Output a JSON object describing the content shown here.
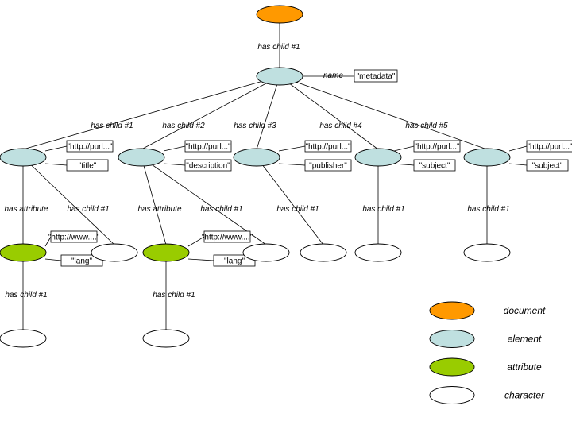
{
  "colors": {
    "document": "#ff9900",
    "element": "#bfe0e0",
    "attribute": "#99cc00",
    "character": "#ffffff",
    "stroke": "#000000"
  },
  "nodes": [
    {
      "id": "doc",
      "kind": "document"
    },
    {
      "id": "meta",
      "kind": "element"
    },
    {
      "id": "e1",
      "kind": "element"
    },
    {
      "id": "e2",
      "kind": "element"
    },
    {
      "id": "e3",
      "kind": "element"
    },
    {
      "id": "e4",
      "kind": "element"
    },
    {
      "id": "e5",
      "kind": "element"
    },
    {
      "id": "a1",
      "kind": "attribute"
    },
    {
      "id": "c1",
      "kind": "character"
    },
    {
      "id": "a2",
      "kind": "attribute"
    },
    {
      "id": "c2",
      "kind": "character"
    },
    {
      "id": "c3",
      "kind": "character"
    },
    {
      "id": "c4",
      "kind": "character"
    },
    {
      "id": "c5",
      "kind": "character"
    },
    {
      "id": "ca1",
      "kind": "character"
    },
    {
      "id": "ca2",
      "kind": "character"
    }
  ],
  "edges": [
    {
      "from": "doc",
      "to": "meta",
      "label": "has child #1"
    },
    {
      "from": "meta",
      "to": "e1",
      "label": "has child #1"
    },
    {
      "from": "meta",
      "to": "e2",
      "label": "has child #2"
    },
    {
      "from": "meta",
      "to": "e3",
      "label": "has child #3"
    },
    {
      "from": "meta",
      "to": "e4",
      "label": "has child #4"
    },
    {
      "from": "meta",
      "to": "e5",
      "label": "has child #5"
    },
    {
      "from": "e1",
      "to": "a1",
      "label": "has attribute"
    },
    {
      "from": "e1",
      "to": "c1",
      "label": "has child #1"
    },
    {
      "from": "e2",
      "to": "a2",
      "label": "has attribute"
    },
    {
      "from": "e2",
      "to": "c2",
      "label": "has child #1"
    },
    {
      "from": "e3",
      "to": "c3",
      "label": "has child #1"
    },
    {
      "from": "e4",
      "to": "c4",
      "label": "has child #1"
    },
    {
      "from": "e5",
      "to": "c5",
      "label": "has child #1"
    },
    {
      "from": "a1",
      "to": "ca1",
      "label": "has child #1"
    },
    {
      "from": "a2",
      "to": "ca2",
      "label": "has child #1"
    }
  ],
  "meta_name": {
    "key": "name",
    "value": "\"metadata\""
  },
  "boxes": [
    {
      "node": "e1",
      "ns": "\"http://purl...\"",
      "name": "\"title\""
    },
    {
      "node": "e2",
      "ns": "\"http://purl...\"",
      "name": "\"description\""
    },
    {
      "node": "e3",
      "ns": "\"http://purl...\"",
      "name": "\"publisher\""
    },
    {
      "node": "e4",
      "ns": "\"http://purl...\"",
      "name": "\"subject\""
    },
    {
      "node": "e5",
      "ns": "\"http://purl...\"",
      "name": "\"subject\""
    },
    {
      "node": "a1",
      "ns": "\"http://www....\"",
      "name": "\"lang\""
    },
    {
      "node": "a2",
      "ns": "\"http://www....\"",
      "name": "\"lang\""
    }
  ],
  "legend": [
    {
      "kind": "document",
      "label": "document"
    },
    {
      "kind": "element",
      "label": "element"
    },
    {
      "kind": "attribute",
      "label": "attribute"
    },
    {
      "kind": "character",
      "label": "character"
    }
  ]
}
